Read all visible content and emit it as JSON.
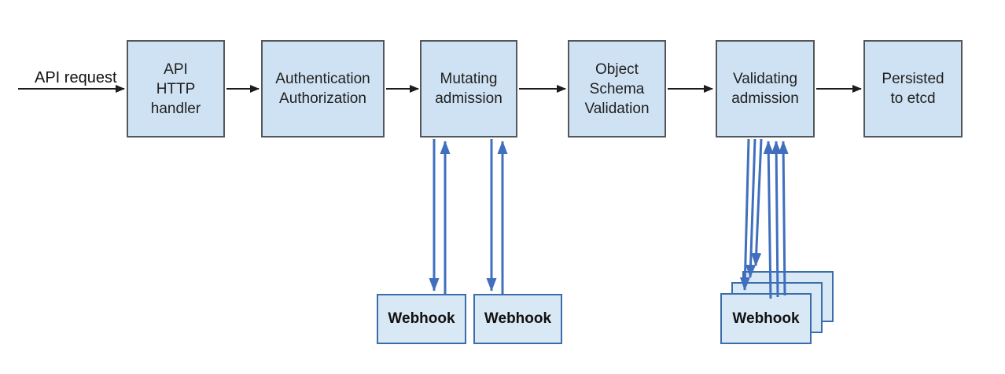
{
  "diagram": {
    "request_label": "API request",
    "nodes": [
      {
        "label": "API\nHTTP\nhandler"
      },
      {
        "label": "Authentication\nAuthorization"
      },
      {
        "label": "Mutating\nadmission"
      },
      {
        "label": "Object\nSchema\nValidation"
      },
      {
        "label": "Validating\nadmission"
      },
      {
        "label": "Persisted\nto etcd"
      }
    ],
    "mutating_webhooks": [
      "Webhook",
      "Webhook"
    ],
    "validating_webhooks": [
      "Webhook",
      "Webhook",
      "Webhook"
    ],
    "colors": {
      "node_fill": "#cfe2f3",
      "node_border": "#53565a",
      "webhook_fill": "#d9e8f5",
      "webhook_border": "#3a6da9",
      "flow_arrow_black": "#1c1c1c",
      "webhook_arrow_blue": "#3f6fbe"
    }
  }
}
